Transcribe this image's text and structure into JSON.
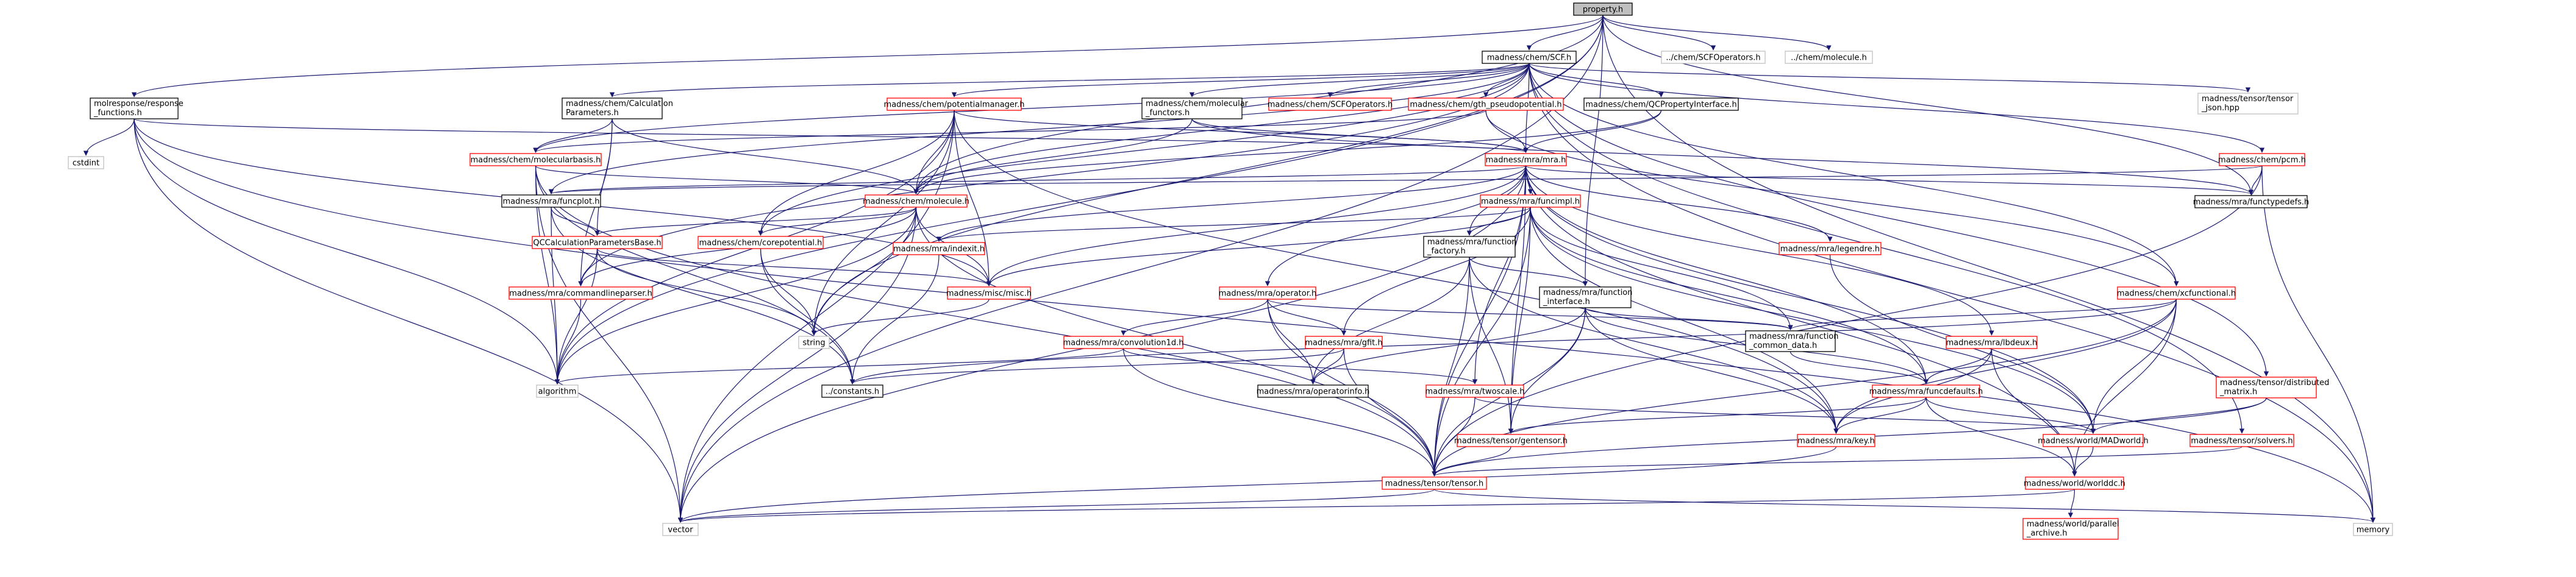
{
  "graph": {
    "edge_color": "#191970",
    "nodes": [
      {
        "id": "root",
        "lines": [
          "property.h"
        ],
        "style": "root"
      },
      {
        "id": "scf",
        "lines": [
          "madness/chem/SCF.h"
        ],
        "style": "black"
      },
      {
        "id": "scfops_rel",
        "lines": [
          "../chem/SCFOperators.h"
        ],
        "style": "plain"
      },
      {
        "id": "molecule_rel",
        "lines": [
          "../chem/molecule.h"
        ],
        "style": "plain"
      },
      {
        "id": "molresponse",
        "lines": [
          "molresponse/response",
          "_functions.h"
        ],
        "style": "black"
      },
      {
        "id": "calcparams",
        "lines": [
          "madness/chem/Calculation",
          "Parameters.h"
        ],
        "style": "black"
      },
      {
        "id": "potentialmanager",
        "lines": [
          "madness/chem/potentialmanager.h"
        ],
        "style": "red"
      },
      {
        "id": "molfunctors",
        "lines": [
          "madness/chem/molecular",
          "_functors.h"
        ],
        "style": "black"
      },
      {
        "id": "scfoperators",
        "lines": [
          "madness/chem/SCFOperators.h"
        ],
        "style": "red"
      },
      {
        "id": "gthpseudo",
        "lines": [
          "madness/chem/gth_pseudopotential.h"
        ],
        "style": "red"
      },
      {
        "id": "qcproperty",
        "lines": [
          "madness/chem/QCPropertyInterface.h"
        ],
        "style": "black"
      },
      {
        "id": "tensorjson",
        "lines": [
          "madness/tensor/tensor",
          "_json.hpp"
        ],
        "style": "plain"
      },
      {
        "id": "pcm",
        "lines": [
          "madness/chem/pcm.h"
        ],
        "style": "red"
      },
      {
        "id": "cstdint",
        "lines": [
          "cstdint"
        ],
        "style": "plain"
      },
      {
        "id": "molbasis",
        "lines": [
          "madness/chem/molecularbasis.h"
        ],
        "style": "red"
      },
      {
        "id": "mra",
        "lines": [
          "madness/mra/mra.h"
        ],
        "style": "red"
      },
      {
        "id": "functypedefs",
        "lines": [
          "madness/mra/functypedefs.h"
        ],
        "style": "black"
      },
      {
        "id": "funcplot",
        "lines": [
          "madness/mra/funcplot.h"
        ],
        "style": "black"
      },
      {
        "id": "chemmolecule",
        "lines": [
          "madness/chem/molecule.h"
        ],
        "style": "red"
      },
      {
        "id": "funcimpl",
        "lines": [
          "madness/mra/funcimpl.h"
        ],
        "style": "red"
      },
      {
        "id": "qccalcbase",
        "lines": [
          "QCCalculationParametersBase.h"
        ],
        "style": "red"
      },
      {
        "id": "corepotential",
        "lines": [
          "madness/chem/corepotential.h"
        ],
        "style": "red"
      },
      {
        "id": "indexit",
        "lines": [
          "madness/mra/indexit.h"
        ],
        "style": "red"
      },
      {
        "id": "funcfactory",
        "lines": [
          "madness/mra/function",
          "_factory.h"
        ],
        "style": "black"
      },
      {
        "id": "legendre",
        "lines": [
          "madness/mra/legendre.h"
        ],
        "style": "red"
      },
      {
        "id": "commandline",
        "lines": [
          "madness/mra/commandlineparser.h"
        ],
        "style": "red"
      },
      {
        "id": "miscmisc",
        "lines": [
          "madness/misc/misc.h"
        ],
        "style": "red"
      },
      {
        "id": "operator",
        "lines": [
          "madness/mra/operator.h"
        ],
        "style": "red"
      },
      {
        "id": "funcinterface",
        "lines": [
          "madness/mra/function",
          "_interface.h"
        ],
        "style": "black"
      },
      {
        "id": "xcfunctional",
        "lines": [
          "madness/chem/xcfunctional.h"
        ],
        "style": "red"
      },
      {
        "id": "string",
        "lines": [
          "string"
        ],
        "style": "plain"
      },
      {
        "id": "convolution1d",
        "lines": [
          "madness/mra/convolution1d.h"
        ],
        "style": "red"
      },
      {
        "id": "gfit",
        "lines": [
          "madness/mra/gfit.h"
        ],
        "style": "red"
      },
      {
        "id": "funccommon",
        "lines": [
          "madness/mra/function",
          "_common_data.h"
        ],
        "style": "black"
      },
      {
        "id": "fbdeux",
        "lines": [
          "madness/mra/lbdeux.h"
        ],
        "style": "red"
      },
      {
        "id": "tensordist",
        "lines": [
          "madness/tensor/distributed",
          "_matrix.h"
        ],
        "style": "red"
      },
      {
        "id": "algorithm",
        "lines": [
          "algorithm"
        ],
        "style": "plain"
      },
      {
        "id": "constants",
        "lines": [
          "../constants.h"
        ],
        "style": "black"
      },
      {
        "id": "operatorinfo",
        "lines": [
          "madness/mra/operatorinfo.h"
        ],
        "style": "black"
      },
      {
        "id": "twoscale",
        "lines": [
          "madness/mra/twoscale.h"
        ],
        "style": "red"
      },
      {
        "id": "funcdefaults",
        "lines": [
          "madness/mra/funcdefaults.h"
        ],
        "style": "red"
      },
      {
        "id": "gentensor",
        "lines": [
          "madness/tensor/gentensor.h"
        ],
        "style": "red"
      },
      {
        "id": "key",
        "lines": [
          "madness/mra/key.h"
        ],
        "style": "red"
      },
      {
        "id": "madworld",
        "lines": [
          "madness/world/MADworld.h"
        ],
        "style": "red"
      },
      {
        "id": "solvers",
        "lines": [
          "madness/tensor/solvers.h"
        ],
        "style": "red"
      },
      {
        "id": "tensor",
        "lines": [
          "madness/tensor/tensor.h"
        ],
        "style": "red"
      },
      {
        "id": "worlddc",
        "lines": [
          "madness/world/worlddc.h"
        ],
        "style": "red"
      },
      {
        "id": "vector",
        "lines": [
          "vector"
        ],
        "style": "plain"
      },
      {
        "id": "memory",
        "lines": [
          "memory"
        ],
        "style": "plain"
      },
      {
        "id": "parallelarchive",
        "lines": [
          "madness/world/parallel",
          "_archive.h"
        ],
        "style": "red"
      }
    ],
    "edges": [
      [
        "root",
        "scf"
      ],
      [
        "root",
        "scfops_rel"
      ],
      [
        "root",
        "molecule_rel"
      ],
      [
        "root",
        "molresponse"
      ],
      [
        "root",
        "functypedefs"
      ],
      [
        "root",
        "memory"
      ],
      [
        "root",
        "vector"
      ],
      [
        "root",
        "algorithm"
      ],
      [
        "root",
        "string"
      ],
      [
        "root",
        "funcinterface"
      ],
      [
        "root",
        "chemmolecule"
      ],
      [
        "scf",
        "calcparams"
      ],
      [
        "scf",
        "potentialmanager"
      ],
      [
        "scf",
        "molfunctors"
      ],
      [
        "scf",
        "scfoperators"
      ],
      [
        "scf",
        "gthpseudo"
      ],
      [
        "scf",
        "qcproperty"
      ],
      [
        "scf",
        "tensorjson"
      ],
      [
        "scf",
        "pcm"
      ],
      [
        "scf",
        "molbasis"
      ],
      [
        "scf",
        "mra"
      ],
      [
        "scf",
        "chemmolecule"
      ],
      [
        "scf",
        "corepotential"
      ],
      [
        "scf",
        "commandline"
      ],
      [
        "scf",
        "xcfunctional"
      ],
      [
        "scf",
        "tensordist"
      ],
      [
        "scf",
        "solvers"
      ],
      [
        "scf",
        "funcplot"
      ],
      [
        "scf",
        "memory"
      ],
      [
        "molresponse",
        "cstdint"
      ],
      [
        "molresponse",
        "mra"
      ],
      [
        "molresponse",
        "algorithm"
      ],
      [
        "molresponse",
        "vector"
      ],
      [
        "molresponse",
        "memory"
      ],
      [
        "molresponse",
        "miscmisc"
      ],
      [
        "calcparams",
        "molbasis"
      ],
      [
        "calcparams",
        "qccalcbase"
      ],
      [
        "calcparams",
        "chemmolecule"
      ],
      [
        "calcparams",
        "commandline"
      ],
      [
        "potentialmanager",
        "mra"
      ],
      [
        "potentialmanager",
        "chemmolecule"
      ],
      [
        "potentialmanager",
        "corepotential"
      ],
      [
        "potentialmanager",
        "algorithm"
      ],
      [
        "potentialmanager",
        "string"
      ],
      [
        "potentialmanager",
        "vector"
      ],
      [
        "potentialmanager",
        "miscmisc"
      ],
      [
        "potentialmanager",
        "key"
      ],
      [
        "molfunctors",
        "mra"
      ],
      [
        "molfunctors",
        "chemmolecule"
      ],
      [
        "molfunctors",
        "functypedefs"
      ],
      [
        "gthpseudo",
        "mra"
      ],
      [
        "gthpseudo",
        "molbasis"
      ],
      [
        "gthpseudo",
        "xcfunctional"
      ],
      [
        "qcproperty",
        "mra"
      ],
      [
        "qcproperty",
        "chemmolecule"
      ],
      [
        "pcm",
        "functypedefs"
      ],
      [
        "pcm",
        "funcplot"
      ],
      [
        "pcm",
        "tensor"
      ],
      [
        "pcm",
        "memory"
      ],
      [
        "molbasis",
        "chemmolecule"
      ],
      [
        "molbasis",
        "tensor"
      ],
      [
        "molbasis",
        "algorithm"
      ],
      [
        "molbasis",
        "vector"
      ],
      [
        "molbasis",
        "constants"
      ],
      [
        "mra",
        "functypedefs"
      ],
      [
        "mra",
        "funcplot"
      ],
      [
        "mra",
        "funcimpl"
      ],
      [
        "mra",
        "indexit"
      ],
      [
        "mra",
        "funcfactory"
      ],
      [
        "mra",
        "legendre"
      ],
      [
        "mra",
        "operator"
      ],
      [
        "mra",
        "miscmisc"
      ],
      [
        "mra",
        "fbdeux"
      ],
      [
        "mra",
        "twoscale"
      ],
      [
        "mra",
        "gentensor"
      ],
      [
        "mra",
        "madworld"
      ],
      [
        "mra",
        "funcdefaults"
      ],
      [
        "mra",
        "tensor"
      ],
      [
        "mra",
        "vector"
      ],
      [
        "mra",
        "worlddc"
      ],
      [
        "funcplot",
        "qccalcbase"
      ],
      [
        "funcplot",
        "constants"
      ],
      [
        "funcplot",
        "algorithm"
      ],
      [
        "chemmolecule",
        "qccalcbase"
      ],
      [
        "chemmolecule",
        "corepotential"
      ],
      [
        "chemmolecule",
        "string"
      ],
      [
        "chemmolecule",
        "algorithm"
      ],
      [
        "chemmolecule",
        "vector"
      ],
      [
        "chemmolecule",
        "miscmisc"
      ],
      [
        "chemmolecule",
        "tensor"
      ],
      [
        "chemmolecule",
        "commandline"
      ],
      [
        "funcimpl",
        "indexit"
      ],
      [
        "funcimpl",
        "funcfactory"
      ],
      [
        "funcimpl",
        "miscmisc"
      ],
      [
        "funcimpl",
        "funcdefaults"
      ],
      [
        "funcimpl",
        "funccommon"
      ],
      [
        "funcimpl",
        "key"
      ],
      [
        "funcimpl",
        "madworld"
      ],
      [
        "funcimpl",
        "gentensor"
      ],
      [
        "funcimpl",
        "tensor"
      ],
      [
        "funcimpl",
        "gfit"
      ],
      [
        "qccalcbase",
        "commandline"
      ],
      [
        "qccalcbase",
        "string"
      ],
      [
        "qccalcbase",
        "algorithm"
      ],
      [
        "qccalcbase",
        "miscmisc"
      ],
      [
        "corepotential",
        "string"
      ],
      [
        "corepotential",
        "constants"
      ],
      [
        "indexit",
        "constants"
      ],
      [
        "funcfactory",
        "funcinterface"
      ],
      [
        "funcfactory",
        "key"
      ],
      [
        "funcfactory",
        "tensor"
      ],
      [
        "funcfactory",
        "operatorinfo"
      ],
      [
        "funcfactory",
        "gentensor"
      ],
      [
        "legendre",
        "madworld"
      ],
      [
        "commandline",
        "algorithm"
      ],
      [
        "miscmisc",
        "string"
      ],
      [
        "operator",
        "convolution1d"
      ],
      [
        "operator",
        "gfit"
      ],
      [
        "operator",
        "operatorinfo"
      ],
      [
        "operator",
        "funccommon"
      ],
      [
        "operator",
        "tensor"
      ],
      [
        "funcinterface",
        "funccommon"
      ],
      [
        "funcinterface",
        "key"
      ],
      [
        "funcinterface",
        "gentensor"
      ],
      [
        "funcinterface",
        "tensor"
      ],
      [
        "funcinterface",
        "funcdefaults"
      ],
      [
        "funcinterface",
        "operatorinfo"
      ],
      [
        "xcfunctional",
        "funccommon"
      ],
      [
        "xcfunctional",
        "tensor"
      ],
      [
        "xcfunctional",
        "madworld"
      ],
      [
        "xcfunctional",
        "key"
      ],
      [
        "xcfunctional",
        "worlddc"
      ],
      [
        "xcfunctional",
        "constants"
      ],
      [
        "convolution1d",
        "twoscale"
      ],
      [
        "convolution1d",
        "tensor"
      ],
      [
        "convolution1d",
        "algorithm"
      ],
      [
        "gfit",
        "operatorinfo"
      ],
      [
        "gfit",
        "tensor"
      ],
      [
        "gfit",
        "constants"
      ],
      [
        "funccommon",
        "funcdefaults"
      ],
      [
        "fbdeux",
        "funcdefaults"
      ],
      [
        "fbdeux",
        "key"
      ],
      [
        "fbdeux",
        "worlddc"
      ],
      [
        "tensordist",
        "madworld"
      ],
      [
        "tensordist",
        "tensor"
      ],
      [
        "twoscale",
        "tensor"
      ],
      [
        "twoscale",
        "madworld"
      ],
      [
        "funcdefaults",
        "gentensor"
      ],
      [
        "funcdefaults",
        "key"
      ],
      [
        "funcdefaults",
        "madworld"
      ],
      [
        "funcdefaults",
        "worlddc"
      ],
      [
        "gentensor",
        "tensor"
      ],
      [
        "key",
        "vector"
      ],
      [
        "madworld",
        "worlddc"
      ],
      [
        "solvers",
        "tensor"
      ],
      [
        "tensor",
        "vector"
      ],
      [
        "tensor",
        "memory"
      ],
      [
        "worlddc",
        "parallelarchive"
      ],
      [
        "worlddc",
        "vector"
      ]
    ]
  }
}
